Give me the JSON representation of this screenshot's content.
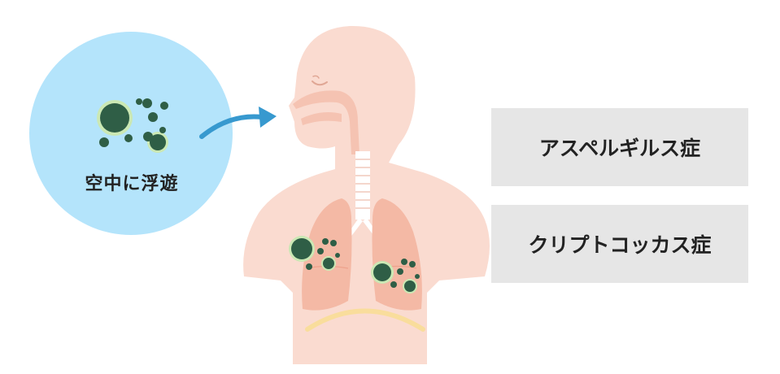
{
  "airborne": {
    "label": "空中に浮遊"
  },
  "diseases": [
    {
      "name": "アスペルギルス症"
    },
    {
      "name": "クリプトコッカス症"
    }
  ],
  "colors": {
    "bubble": "#b4e4fb",
    "skin": "#fadbd0",
    "lung": "#f4b9a5",
    "airway": "#f5c3b2",
    "trachea": "#ffffff",
    "diaphragm": "#f9dd9c",
    "spore": "#2f5e46",
    "spore_glow": "#cbe8b4",
    "arrow": "#3799cf",
    "box": "#e6e6e6"
  }
}
